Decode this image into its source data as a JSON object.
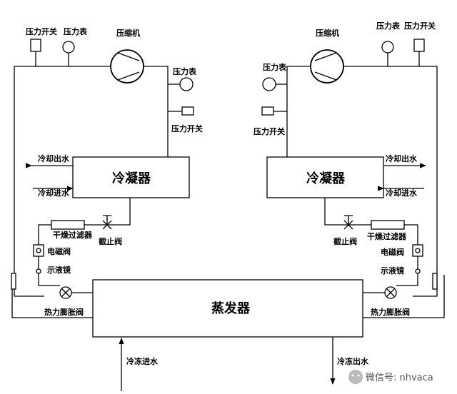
{
  "left": {
    "pressure_switch": "压力开关",
    "pressure_gauge": "压力表",
    "compressor": "压缩机",
    "gauge2": "压力表",
    "switch2": "压力开关",
    "cooling_out": "冷却出水",
    "cooling_in": "冷却进水",
    "condenser": "冷凝器",
    "dryer_filter": "干燥过滤器",
    "stop_valve": "截止阀",
    "solenoid_valve": "电磁阀",
    "sight_glass": "示液镜",
    "expansion_valve": "热力膨胀阀"
  },
  "right": {
    "compressor": "压缩机",
    "pressure_gauge": "压力表",
    "pressure_switch": "压力开关",
    "gauge2": "压力表",
    "switch2": "压力开关",
    "cooling_out": "冷却出水",
    "cooling_in": "冷却进水",
    "condenser": "冷凝器",
    "stop_valve": "截止阀",
    "dryer_filter": "干燥过滤器",
    "solenoid_valve": "电磁阀",
    "sight_glass": "示液镜",
    "expansion_valve": "热力膨胀阀"
  },
  "evaporator": "蒸发器",
  "chilled_in": "冷冻进水",
  "chilled_out": "冷冻出水",
  "watermark": "微信号: nhvaca"
}
